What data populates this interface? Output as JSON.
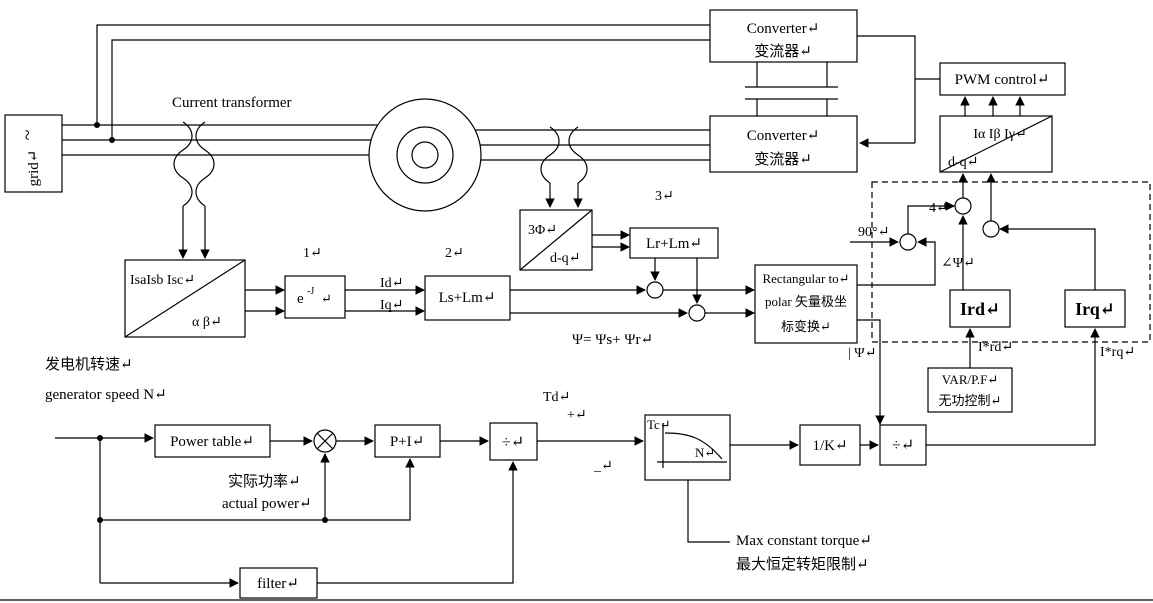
{
  "colors": {
    "line": "#000000",
    "background": "#ffffff"
  },
  "labels": {
    "current_transformer": "Current transformer",
    "marker1": "1↵",
    "marker2": "2↵",
    "marker3": "3↵",
    "marker4": "4↵",
    "id_label": "Id↵",
    "iq_label": "Iq↵",
    "psi_equation": "Ψ= Ψs+ Ψr↵",
    "deg_90": "90°↵",
    "angle_psi": "∠Ψ↵",
    "abs_psi": "| Ψ↵",
    "i_rd_ref": "I*rd↵",
    "i_rq_ref": "I*rq↵",
    "td_label": "Td↵",
    "plus_sign": "+↵",
    "minus_sign": "_↵",
    "gen_speed_cn": "发电机转速↵",
    "gen_speed_en": "generator speed N↵",
    "actual_power_cn": "实际功率↵",
    "actual_power_en": "actual power↵",
    "max_torque_en": "Max constant torque↵",
    "max_torque_cn": "最大恒定转矩限制↵"
  },
  "blocks": {
    "grid": {
      "tilde": "~",
      "label": "grid↵"
    },
    "converter_top": {
      "line1": "Converter↵",
      "line2": "变流器↵"
    },
    "converter_bottom": {
      "line1": "Converter↵",
      "line2": "变流器↵"
    },
    "pwm": {
      "label": "PWM control↵"
    },
    "iabc_dq": {
      "top": "Iα Iβ Iγ↵",
      "bottom": "d-q↵"
    },
    "isa_abc": {
      "top": "IsaIsb Isc↵",
      "bottom": "α β↵"
    },
    "e_minus_j": {
      "base": "e",
      "sup": "-J",
      "cr": "↵"
    },
    "ls_lm": {
      "label": "Ls+Lm↵"
    },
    "three_phase_dq": {
      "top": "3Φ↵",
      "bottom": "d-q↵"
    },
    "lr_lm": {
      "label": "Lr+Lm↵"
    },
    "rect_polar": {
      "line1": "Rectangular to↵",
      "line2": "polar 矢量极坐",
      "line3": "标变换↵"
    },
    "ird": {
      "label": "Ird↵"
    },
    "irq": {
      "label": "Irq↵"
    },
    "var_pf": {
      "line1": "VAR/P.F↵",
      "line2": "无功控制↵"
    },
    "power_table": {
      "label": "Power table↵"
    },
    "p_plus_i": {
      "label": "P+I↵"
    },
    "divide1": {
      "label": "÷↵"
    },
    "divide2": {
      "label": "÷↵"
    },
    "tc_curve": {
      "tc_label": "Tc↵",
      "n_label": "N↵"
    },
    "inv_k": {
      "label": "1/K↵"
    },
    "filter": {
      "label": "filter↵"
    }
  }
}
